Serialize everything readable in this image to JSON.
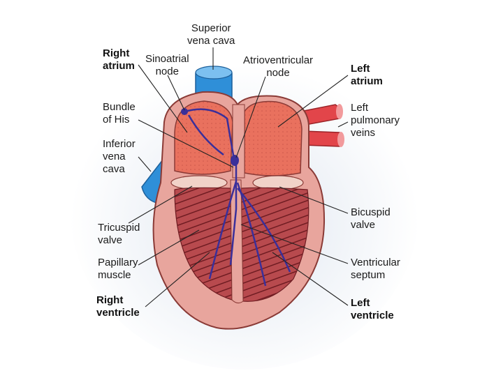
{
  "labels": {
    "superior_vena_cava": [
      "Superior",
      "vena cava"
    ],
    "right_atrium": [
      "Right",
      "atrium"
    ],
    "sinoatrial_node": [
      "Sinoatrial",
      "node"
    ],
    "atrioventricular_node": [
      "Atrioventricular",
      "node"
    ],
    "left_atrium": [
      "Left",
      "atrium"
    ],
    "bundle_of_his": [
      "Bundle",
      "of His"
    ],
    "left_pulmonary_veins": [
      "Left",
      "pulmonary",
      "veins"
    ],
    "inferior_vena_cava": [
      "Inferior",
      "vena",
      "cava"
    ],
    "bicuspid_valve": [
      "Bicuspid",
      "valve"
    ],
    "tricuspid_valve": [
      "Tricuspid",
      "valve"
    ],
    "papillary_muscle": [
      "Papillary",
      "muscle"
    ],
    "ventricular_septum": [
      "Ventricular",
      "septum"
    ],
    "right_ventricle": [
      "Right",
      "ventricle"
    ],
    "left_ventricle": [
      "Left",
      "ventricle"
    ]
  },
  "colors": {
    "vein_blue": "#2f8fd8",
    "artery_red": "#e2454a",
    "myocardium": "#e8a59d",
    "chamber": "#e9715e",
    "muscle_dark": "#9c2f35",
    "conduction": "#3a2f9a",
    "leader": "#222222"
  }
}
